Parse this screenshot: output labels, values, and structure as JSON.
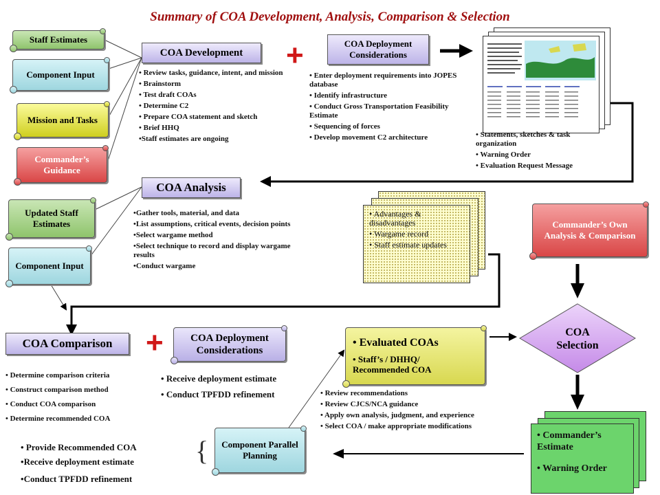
{
  "title": "Summary of COA Development, Analysis, Comparison & Selection",
  "inputs_top": {
    "staff_estimates": "Staff Estimates",
    "component_input": "Component Input",
    "mission_tasks": "Mission and Tasks",
    "commanders_guidance": "Commander’s Guidance"
  },
  "development": {
    "header": "COA Development",
    "bullets": [
      "Review  tasks, guidance, intent, and mission",
      "Brainstorm",
      "Test draft COAs",
      "Determine C2",
      "Prepare COA statement and sketch",
      "Brief HHQ",
      "Staff estimates are ongoing"
    ]
  },
  "plus_symbol": "+",
  "deployment_top": {
    "header": "COA Deployment Considerations",
    "bullets": [
      "Enter deployment requirements into JOPES database",
      "Identify infrastructure",
      "Conduct Gross Transportation Feasibility Estimate",
      "Sequencing of forces",
      "Develop movement C2 architecture"
    ]
  },
  "products_top": {
    "bullets": [
      "Statements, sketches & task organization",
      "Warning Order",
      "Evaluation Request Message"
    ]
  },
  "inputs_mid": {
    "updated_staff_estimates": "Updated Staff Estimates",
    "component_input": "Component Input"
  },
  "analysis": {
    "header": "COA Analysis",
    "bullets": [
      "Gather tools, material, and data",
      "List assumptions, critical events, decision points",
      "Select wargame method",
      "Select technique to record and display wargame results",
      "Conduct wargame"
    ]
  },
  "analysis_outputs": {
    "bullets": [
      "Advantages & disadvantages",
      "Wargame record",
      "Staff estimate updates"
    ]
  },
  "commanders_analysis": "Commander’s Own Analysis & Comparison",
  "comparison": {
    "header": "COA Comparison",
    "bullets": [
      "Determine comparison criteria",
      "Construct comparison method",
      "Conduct COA comparison",
      "Determine recommended COA"
    ]
  },
  "deployment_bottom": {
    "header": "COA Deployment Considerations",
    "bullets": [
      "Receive deployment estimate",
      "Conduct TPFDD refinement"
    ]
  },
  "evaluated": {
    "title": "Evaluated COAs",
    "sub": "Staff’s / DHHQ/ Recommended COA"
  },
  "review": {
    "bullets": [
      "Review recommendations",
      "Review CJCS/NCA  guidance",
      "Apply own analysis, judgment, and experience",
      "Select COA / make appropriate modifications"
    ]
  },
  "selection": "COA Selection",
  "estimate": {
    "items": [
      "Commander’s Estimate",
      "Warning Order"
    ]
  },
  "component_parallel": "Component Parallel Planning",
  "bottom_left": {
    "items": [
      "Provide Recommended COA",
      "Receive deployment  estimate",
      "Conduct TPFDD refinement"
    ]
  },
  "brace": "{",
  "colors": {
    "title": "#a01010",
    "plus": "#d01818",
    "header_fill": "#bdb4e8",
    "evaluated_fill": "#e6e678",
    "selection_fill": "#d8a8f0",
    "estimate_fill": "#6cd46c"
  },
  "icons": [
    "arrow-right-icon",
    "arrow-down-icon",
    "arrow-left-icon",
    "brace-icon"
  ]
}
